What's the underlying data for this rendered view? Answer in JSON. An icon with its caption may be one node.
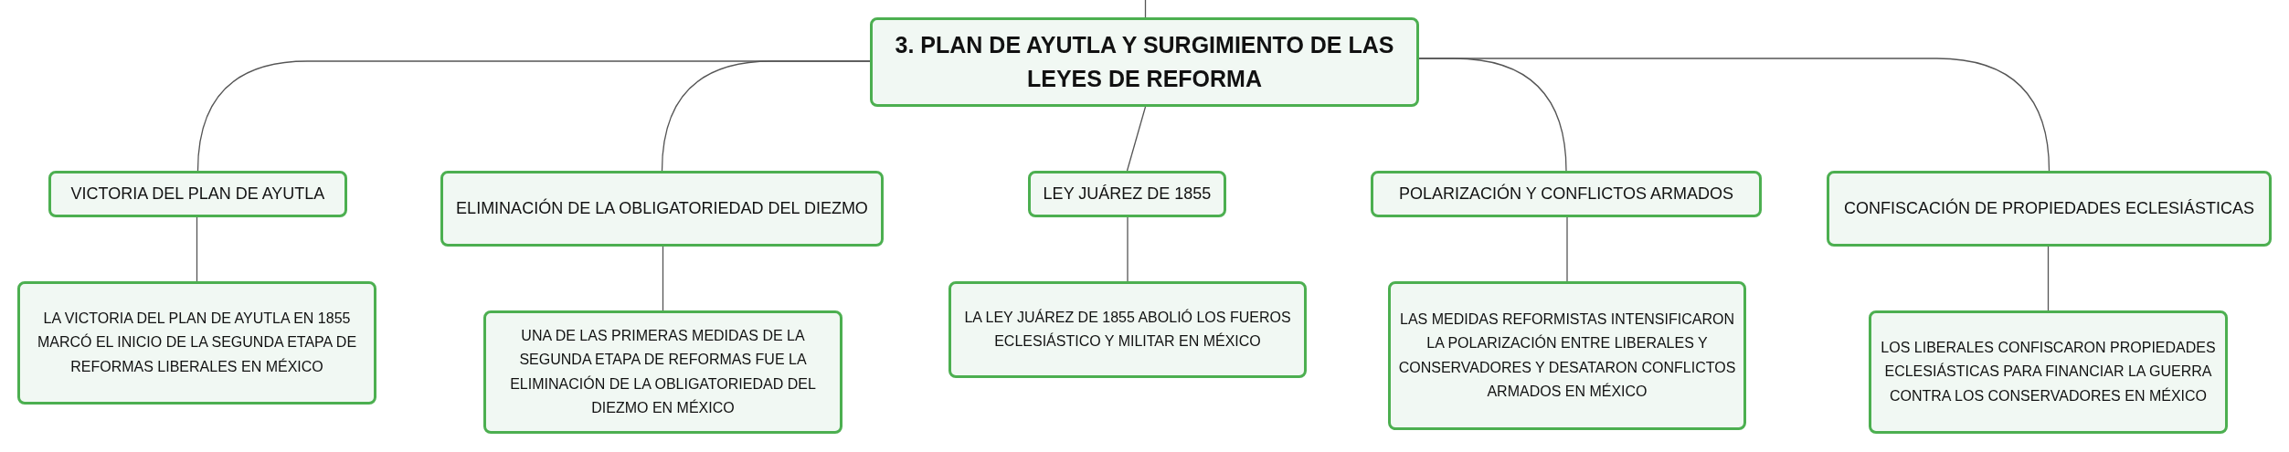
{
  "diagram": {
    "nodes": [
      {
        "text": [
          "3. PLAN DE AYUTLA Y SURGIMIENTO DE LAS LEYES DE REFORMA"
        ]
      },
      {
        "text": [
          "VICTORIA DEL PLAN DE AYUTLA"
        ]
      },
      {
        "text": [
          "LA VICTORIA DEL PLAN DE AYUTLA EN 1855 MARCÓ EL INICIO DE LA SEGUNDA ETAPA DE REFORMAS LIBERALES EN MÉXICO"
        ]
      },
      {
        "text": [
          "ELIMINACIÓN DE LA OBLIGATORIEDAD DEL DIEZMO"
        ]
      },
      {
        "text": [
          "UNA DE LAS PRIMERAS MEDIDAS DE LA SEGUNDA ETAPA DE REFORMAS FUE LA ELIMINACIÓN DE LA OBLIGATORIEDAD DEL DIEZMO EN MÉXICO"
        ]
      },
      {
        "text": [
          "LEY JUÁREZ DE 1855"
        ]
      },
      {
        "text": [
          "LA LEY JUÁREZ DE 1855 ABOLIÓ LOS FUEROS ECLESIÁSTICO Y MILITAR EN MÉXICO"
        ]
      },
      {
        "text": [
          "POLARIZACIÓN Y CONFLICTOS ARMADOS"
        ]
      },
      {
        "text": [
          "LAS MEDIDAS REFORMISTAS INTENSIFICARON LA POLARIZACIÓN ENTRE LIBERALES Y CONSERVADORES Y DESATARON CONFLICTOS ARMADOS EN MÉXICO"
        ]
      },
      {
        "text": [
          "CONFISCACIÓN DE PROPIEDADES ECLESIÁSTICAS"
        ]
      },
      {
        "text": [
          "LOS LIBERALES CONFISCARON PROPIEDADES ECLESIÁSTICAS PARA FINANCIAR LA GUERRA CONTRA LOS CONSERVADORES EN MÉXICO"
        ]
      }
    ],
    "edges": [
      {
        "from": null,
        "to": 0,
        "arrow": "none"
      },
      {
        "from": 0,
        "to": 1,
        "arrow": "none"
      },
      {
        "from": 1,
        "to": 2,
        "arrow": "none"
      },
      {
        "from": 0,
        "to": 3,
        "arrow": "none"
      },
      {
        "from": 3,
        "to": 4,
        "arrow": "none"
      },
      {
        "from": 0,
        "to": 5,
        "arrow": "none"
      },
      {
        "from": 5,
        "to": 6,
        "arrow": "none"
      },
      {
        "from": 0,
        "to": 7,
        "arrow": "none"
      },
      {
        "from": 7,
        "to": 8,
        "arrow": "none"
      },
      {
        "from": 0,
        "to": 9,
        "arrow": "none"
      },
      {
        "from": 9,
        "to": 10,
        "arrow": "none"
      }
    ]
  }
}
